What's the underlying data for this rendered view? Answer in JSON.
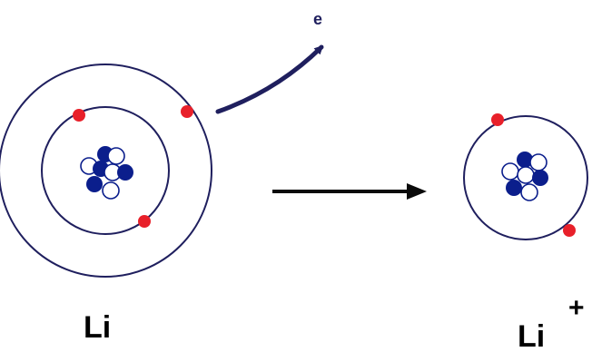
{
  "diagram": {
    "left_atom_label": "Li",
    "right_atom_label": "Li",
    "right_atom_charge": "+",
    "electron_label": "e"
  },
  "colors": {
    "orbit": "#1f1f5e",
    "electron": "#e8202a",
    "proton": "#0b1e8c",
    "neutron": "#ffffff"
  },
  "icons": {
    "ejection_arrow": "curved-arrow-icon",
    "reaction_arrow": "right-arrow-icon"
  }
}
